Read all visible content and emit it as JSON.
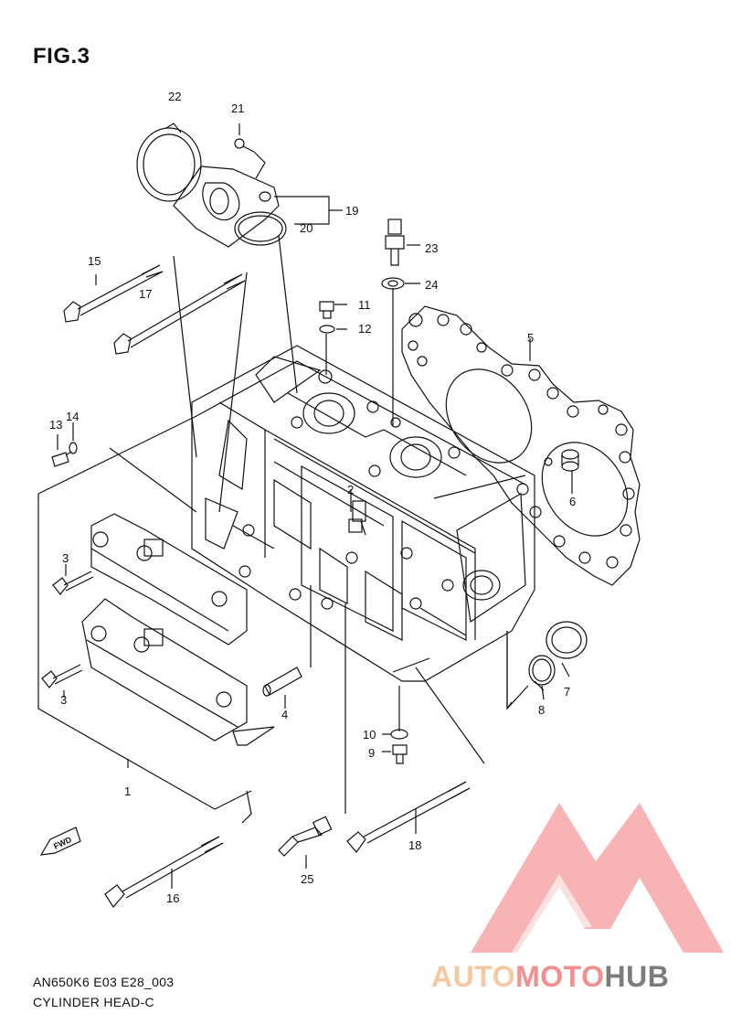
{
  "figure": {
    "title": "FIG.3",
    "code": "AN650K6 E03 E28_003",
    "name": "CYLINDER HEAD-C"
  },
  "callouts": [
    "1",
    "2",
    "3",
    "3",
    "4",
    "5",
    "6",
    "7",
    "8",
    "9",
    "10",
    "11",
    "12",
    "13",
    "14",
    "15",
    "16",
    "17",
    "18",
    "19",
    "20",
    "21",
    "22",
    "23",
    "24",
    "25"
  ],
  "fwd_arrow": "FWD",
  "watermark": {
    "part1": "AUTO",
    "part2": "MOTO",
    "part3": "HUB",
    "colors": {
      "triangle": "#f7a7a7",
      "auto": "#f5c8a2",
      "moto": "#f28f8f",
      "hub": "#7c7c7c"
    }
  }
}
